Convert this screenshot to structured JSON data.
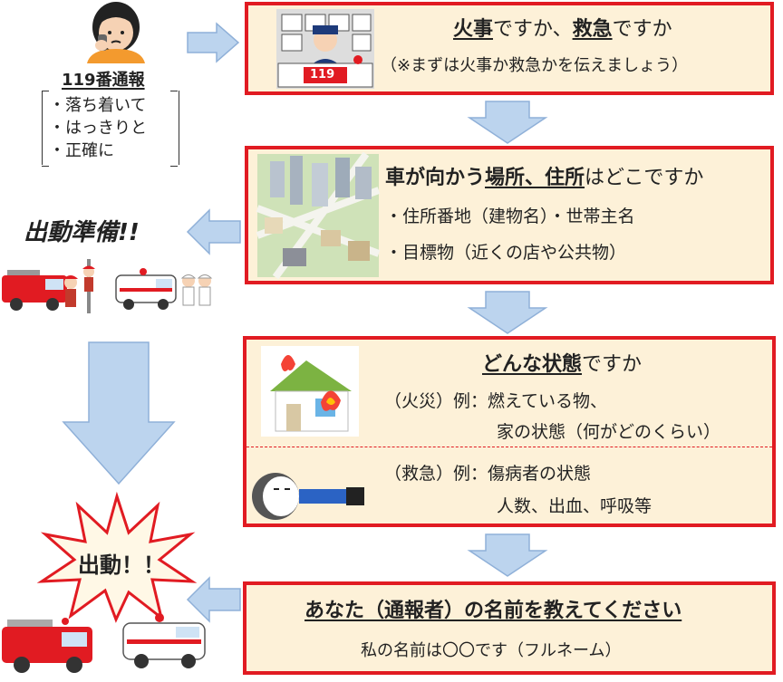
{
  "caller": {
    "title": "119番通報",
    "tips": [
      "・落ち着いて",
      "・はっきりと",
      "・正確に"
    ]
  },
  "step1": {
    "q_part1": "火事",
    "q_part2": "ですか、",
    "q_part3": "救急",
    "q_part4": "ですか",
    "note": "（※まずは火事か救急かを伝えましょう）",
    "desk_sign": "119"
  },
  "step2": {
    "q_part1": "車が向かう",
    "q_part2": "場所、住所",
    "q_part3": "はどこですか",
    "line1": "・住所番地（建物名）・世帯主名",
    "line2": "・目標物（近くの店や公共物）"
  },
  "step3": {
    "q_part1": "どんな状態",
    "q_part2": "ですか",
    "fire_line1": "（火災）例：燃えている物、",
    "fire_line2": "家の状態（何がどのくらい）",
    "ems_line1": "（救急）例：傷病者の状態",
    "ems_line2": "人数、出血、呼吸等"
  },
  "step4": {
    "question": "あなた（通報者）の名前を教えてください",
    "answer": "私の名前は〇〇です（フルネーム）"
  },
  "prep_label": "出動準備!!",
  "dispatch_label": "出動！！",
  "colors": {
    "box_border": "#e11b22",
    "box_fill": "#fdf1d8",
    "arrow_fill": "#bcd4ee",
    "arrow_stroke": "#8fb0d8"
  }
}
